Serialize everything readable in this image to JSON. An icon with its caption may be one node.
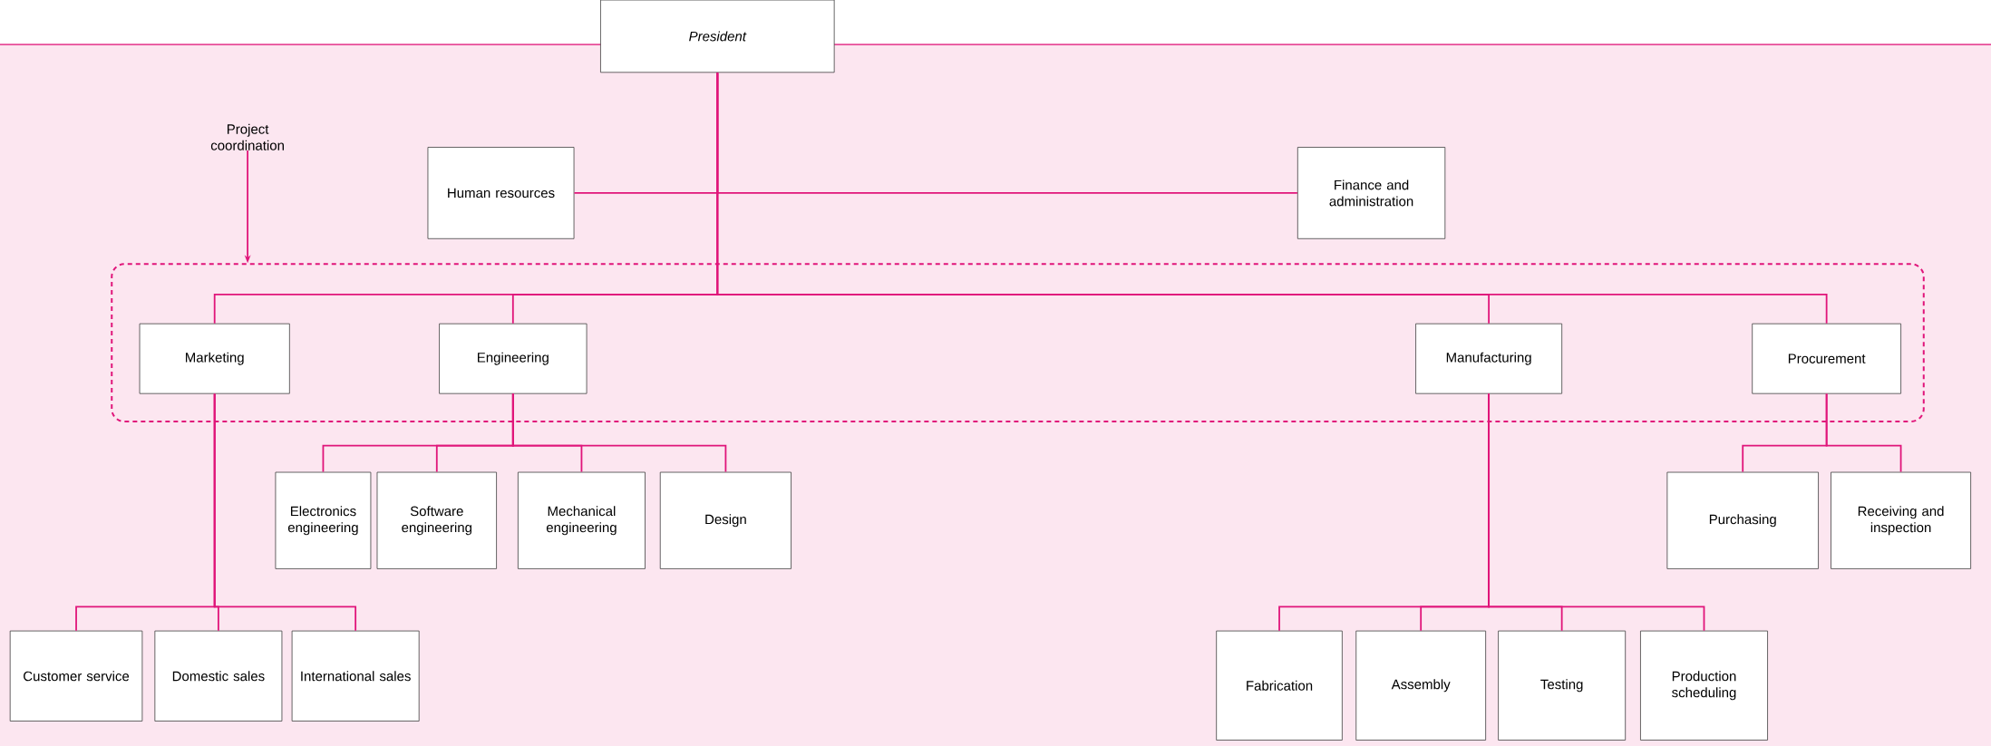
{
  "diagram": {
    "nodes": [
      {
        "text": [
          "President"
        ]
      },
      {
        "text": [
          "Project coordination"
        ]
      },
      {
        "text": [
          "Human resources"
        ]
      },
      {
        "text": [
          "Finance and administration"
        ]
      },
      {
        "text": [],
        "shape": "box"
      },
      {
        "text": [
          "Marketing"
        ],
        "in": 4
      },
      {
        "text": [
          "Engineering"
        ],
        "in": 4
      },
      {
        "text": [
          "Manufacturing"
        ],
        "in": 4
      },
      {
        "text": [
          "Procurement"
        ],
        "in": 4
      },
      {
        "text": [
          "Electronics engineering"
        ]
      },
      {
        "text": [
          "Software engineering"
        ]
      },
      {
        "text": [
          "Mechanical engineering"
        ]
      },
      {
        "text": [
          "Design"
        ]
      },
      {
        "text": [
          "Purchasing"
        ]
      },
      {
        "text": [
          "Receiving and inspection"
        ]
      },
      {
        "text": [
          "Customer service"
        ]
      },
      {
        "text": [
          "Domestic sales"
        ]
      },
      {
        "text": [
          "International sales"
        ]
      },
      {
        "text": [
          "Fabrication"
        ]
      },
      {
        "text": [
          "Assembly"
        ]
      },
      {
        "text": [
          "Testing"
        ]
      },
      {
        "text": [
          "Production scheduling"
        ]
      }
    ],
    "edges": [
      {
        "from": 0,
        "to": 2,
        "arrow": "none"
      },
      {
        "from": 0,
        "to": 3,
        "arrow": "none"
      },
      {
        "from": 1,
        "to": 4,
        "arrow": "to"
      },
      {
        "from": 0,
        "to": 5,
        "arrow": "none"
      },
      {
        "from": 0,
        "to": 6,
        "arrow": "none"
      },
      {
        "from": 0,
        "to": 7,
        "arrow": "none"
      },
      {
        "from": 0,
        "to": 8,
        "arrow": "none"
      },
      {
        "from": 6,
        "to": 9,
        "arrow": "none"
      },
      {
        "from": 6,
        "to": 10,
        "arrow": "none"
      },
      {
        "from": 6,
        "to": 11,
        "arrow": "none"
      },
      {
        "from": 6,
        "to": 12,
        "arrow": "none"
      },
      {
        "from": 8,
        "to": 13,
        "arrow": "none"
      },
      {
        "from": 8,
        "to": 14,
        "arrow": "none"
      },
      {
        "from": 5,
        "to": 15,
        "arrow": "none"
      },
      {
        "from": 5,
        "to": 16,
        "arrow": "none"
      },
      {
        "from": 5,
        "to": 17,
        "arrow": "none"
      },
      {
        "from": 7,
        "to": 18,
        "arrow": "none"
      },
      {
        "from": 7,
        "to": 19,
        "arrow": "none"
      },
      {
        "from": 7,
        "to": 20,
        "arrow": "none"
      },
      {
        "from": 7,
        "to": 21,
        "arrow": "none"
      }
    ]
  }
}
